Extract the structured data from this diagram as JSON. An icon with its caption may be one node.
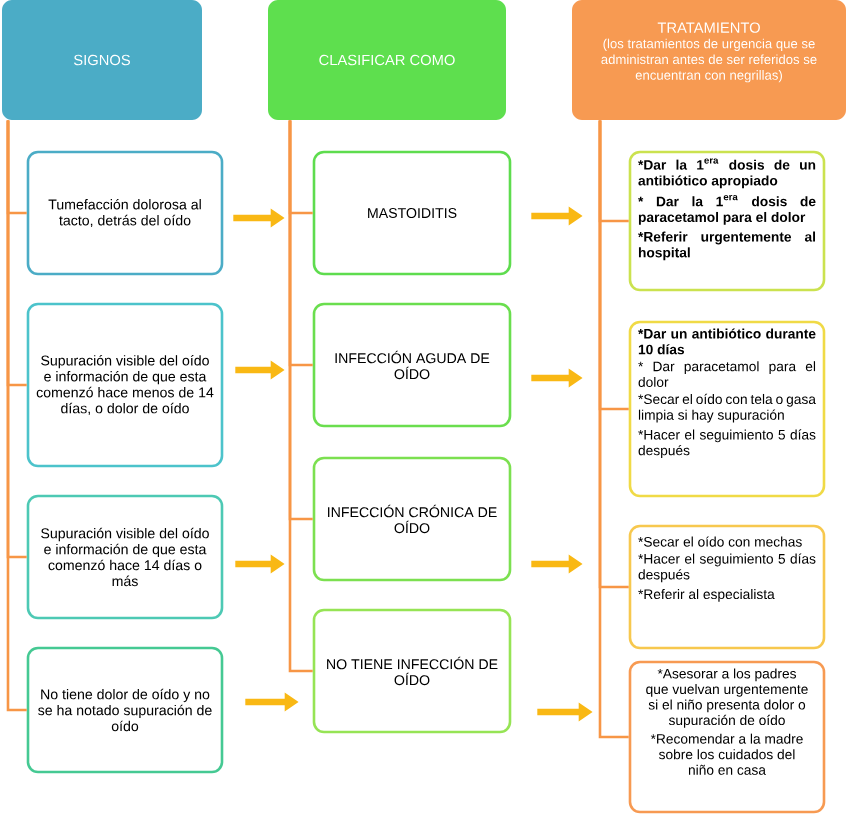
{
  "diagram": {
    "nodes": [
      {
        "text": [
          "SIGNOS"
        ]
      },
      {
        "text": [
          "CLASIFICAR COMO"
        ]
      },
      {
        "text": [
          "TRATAMIENTO",
          "(los tratamientos de urgencia que se administran antes de ser referidos se encuentran con negrillas)"
        ]
      },
      {
        "text": [
          "Tumefacción dolorosa al tacto, detrás del oído"
        ]
      },
      {
        "text": [
          "MASTOIDITIS"
        ]
      },
      {
        "text": [
          "*Dar la 1$^{era}$ dosis de un antibiótico apropiado",
          "* Dar la 1$^{era}$ dosis de paracetamol para el dolor",
          "*Referir urgentemente al hospital"
        ]
      },
      {
        "text": [
          "Supuración visible del oído e información de que esta comenzó hace menos de 14 días, o dolor de oído"
        ]
      },
      {
        "text": [
          "INFECCIÓN AGUDA DE OÍDO"
        ]
      },
      {
        "text": [
          "*Dar un antibiótico durante 10 días",
          "* Dar paracetamol para el dolor",
          "*Secar el oído con tela o gasa limpia si hay supuración",
          "*Hacer el seguimiento 5 días después"
        ]
      },
      {
        "text": [
          "Supuración visible del oído e información de que esta comenzó hace 14 días o más"
        ]
      },
      {
        "text": [
          "INFECCIÓN CRÓNICA DE OÍDO"
        ]
      },
      {
        "text": [
          "*Secar el oído con mechas",
          "*Hacer el seguimiento 5 días después",
          "*Referir al especialista"
        ]
      },
      {
        "text": [
          "No tiene dolor de oído y no se ha notado supuración de oído"
        ]
      },
      {
        "text": [
          "NO TIENE INFECCIÓN DE OÍDO"
        ]
      },
      {
        "text": [
          "*Asesorar a los padres que vuelvan urgentemente si el niño presenta dolor o supuración de oído",
          "*Recomendar a la madre sobre los cuidados del niño en casa"
        ]
      }
    ],
    "edges": [
      {
        "from": 0,
        "to": 3,
        "arrow": "none"
      },
      {
        "from": 0,
        "to": 6,
        "arrow": "none"
      },
      {
        "from": 0,
        "to": 9,
        "arrow": "none"
      },
      {
        "from": 0,
        "to": 12,
        "arrow": "none"
      },
      {
        "from": 1,
        "to": 4,
        "arrow": "none"
      },
      {
        "from": 1,
        "to": 7,
        "arrow": "none"
      },
      {
        "from": 1,
        "to": 10,
        "arrow": "none"
      },
      {
        "from": 1,
        "to": 13,
        "arrow": "none"
      },
      {
        "from": 2,
        "to": 5,
        "arrow": "none"
      },
      {
        "from": 2,
        "to": 8,
        "arrow": "none"
      },
      {
        "from": 2,
        "to": 11,
        "arrow": "none"
      },
      {
        "from": 2,
        "to": 14,
        "arrow": "none"
      },
      {
        "from": 3,
        "to": 4,
        "arrow": "to",
        "style": "thick",
        "color": "#f9b814"
      },
      {
        "from": 6,
        "to": 7,
        "arrow": "to",
        "style": "thick",
        "color": "#f9b814"
      },
      {
        "from": 9,
        "to": 10,
        "arrow": "to",
        "style": "thick",
        "color": "#f9b814"
      },
      {
        "from": 12,
        "to": 13,
        "arrow": "to",
        "style": "thick",
        "color": "#f9b814"
      },
      {
        "from": 4,
        "to": 5,
        "arrow": "to",
        "style": "thick",
        "color": "#f9b814"
      },
      {
        "from": 7,
        "to": 8,
        "arrow": "to",
        "style": "thick",
        "color": "#f9b814"
      },
      {
        "from": 10,
        "to": 11,
        "arrow": "to",
        "style": "thick",
        "color": "#f9b814"
      },
      {
        "from": 13,
        "to": 14,
        "arrow": "to",
        "style": "thick",
        "color": "#f9b814"
      }
    ]
  }
}
